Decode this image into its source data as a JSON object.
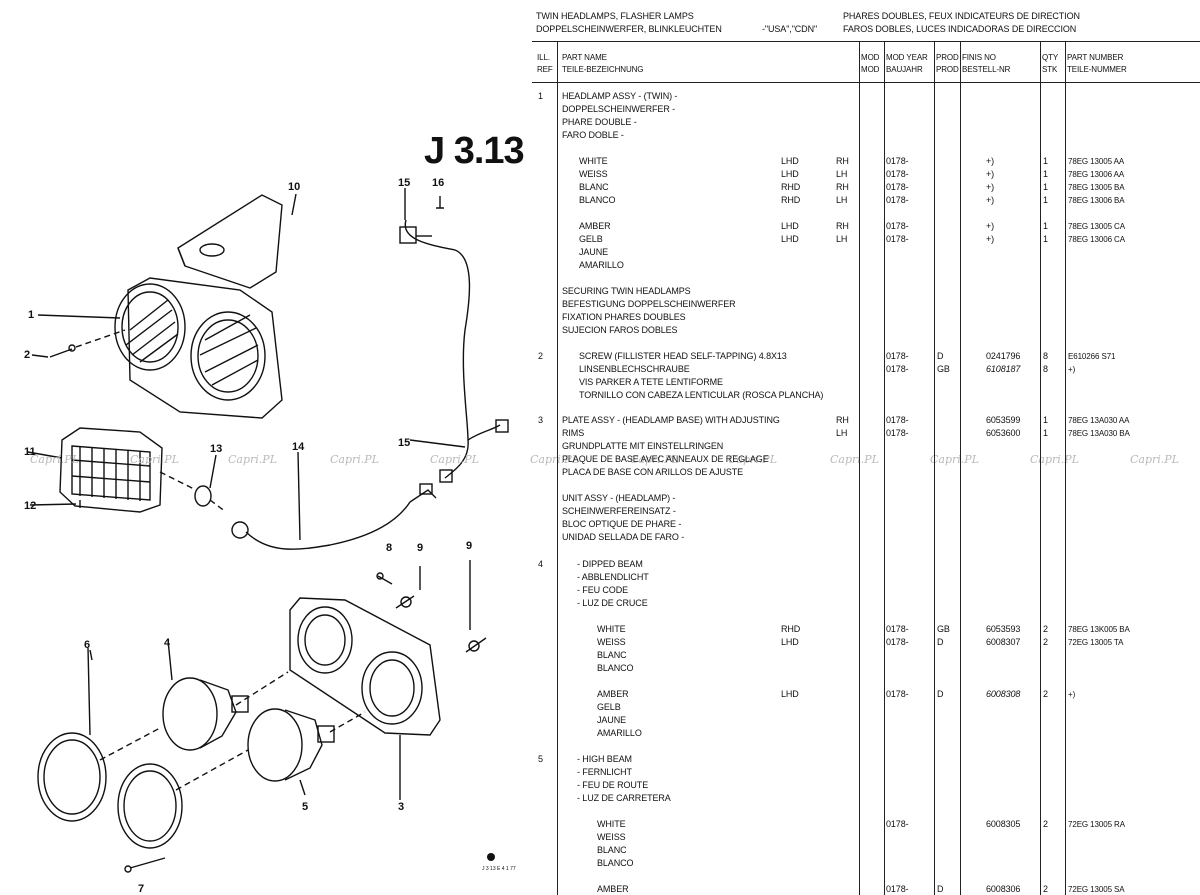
{
  "figure": {
    "code": "J 3.13",
    "callouts": [
      "1",
      "2",
      "3",
      "4",
      "5",
      "6",
      "7",
      "8",
      "9",
      "9",
      "10",
      "11",
      "12",
      "13",
      "14",
      "15",
      "15",
      "16"
    ],
    "stamp": "J 3 13 E 4 1 77"
  },
  "watermark": {
    "text": "Capri.PL"
  },
  "header": {
    "title_en": "TWIN HEADLAMPS, FLASHER LAMPS",
    "title_de": "DOPPELSCHEINWERFER, BLINKLEUCHTEN",
    "market": "-\"USA\",\"CDN\"",
    "title_fr": "PHARES DOUBLES, FEUX INDICATEURS DE DIRECTION",
    "title_es": "FAROS DOBLES, LUCES INDICADORAS DE DIRECCION"
  },
  "columns": {
    "ill_ref": [
      "ILL.",
      "REF"
    ],
    "part_name": [
      "PART NAME",
      "TEILE-BEZEICHNUNG"
    ],
    "mod": [
      "MOD",
      "MOD"
    ],
    "mod_year": [
      "MOD YEAR",
      "BAUJAHR"
    ],
    "prod": [
      "PROD",
      "PROD"
    ],
    "finis_no": [
      "FINIS NO",
      "BESTELL-NR"
    ],
    "qty": [
      "QTY",
      "STK"
    ],
    "part_number": [
      "PART NUMBER",
      "TEILE-NUMMER"
    ]
  },
  "rows": [
    {
      "ref": "1",
      "name": "HEADLAMP ASSY - (TWIN) -",
      "indent": 0
    },
    {
      "name": "DOPPELSCHEINWERFER -",
      "indent": 0
    },
    {
      "name": "PHARE DOUBLE -",
      "indent": 0
    },
    {
      "name": "FARO DOBLE -",
      "indent": 0
    },
    {
      "name": "WHITE",
      "indent": 2,
      "drive": "LHD",
      "side": "RH",
      "year": "0178-",
      "finis": "+)",
      "qty": "1",
      "part": "78EG 13005 AA"
    },
    {
      "name": "WEISS",
      "indent": 2,
      "drive": "LHD",
      "side": "LH",
      "year": "0178-",
      "finis": "+)",
      "qty": "1",
      "part": "78EG 13006 AA"
    },
    {
      "name": "BLANC",
      "indent": 2,
      "drive": "RHD",
      "side": "RH",
      "year": "0178-",
      "finis": "+)",
      "qty": "1",
      "part": "78EG 13005 BA"
    },
    {
      "name": "BLANCO",
      "indent": 2,
      "drive": "RHD",
      "side": "LH",
      "year": "0178-",
      "finis": "+)",
      "qty": "1",
      "part": "78EG 13006 BA"
    },
    {
      "name": "AMBER",
      "indent": 2,
      "drive": "LHD",
      "side": "RH",
      "year": "0178-",
      "finis": "+)",
      "qty": "1",
      "part": "78EG 13005 CA"
    },
    {
      "name": "GELB",
      "indent": 2,
      "drive": "LHD",
      "side": "LH",
      "year": "0178-",
      "finis": "+)",
      "qty": "1",
      "part": "78EG 13006 CA"
    },
    {
      "name": "JAUNE",
      "indent": 2
    },
    {
      "name": "AMARILLO",
      "indent": 2
    },
    {
      "name": "SECURING TWIN HEADLAMPS",
      "indent": 0
    },
    {
      "name": "BEFESTIGUNG DOPPELSCHEINWERFER",
      "indent": 0
    },
    {
      "name": "FIXATION PHARES DOUBLES",
      "indent": 0
    },
    {
      "name": "SUJECION FAROS DOBLES",
      "indent": 0
    },
    {
      "ref": "2",
      "name": "SCREW   (FILLISTER HEAD SELF-TAPPING) 4.8X13",
      "indent": 2,
      "year": "0178-",
      "prod": "D",
      "finis": "0241796",
      "qty": "8",
      "part": "E610266 S71"
    },
    {
      "name": "LINSENBLECHSCHRAUBE",
      "indent": 2,
      "year": "0178-",
      "prod": "GB",
      "finis": "6108187",
      "finis_italic": true,
      "qty": "8",
      "part": "+)"
    },
    {
      "name": "VIS PARKER A TETE LENTIFORME",
      "indent": 2
    },
    {
      "name": "TORNILLO CON CABEZA LENTICULAR (ROSCA PLANCHA)",
      "indent": 2
    },
    {
      "ref": "3",
      "name": "PLATE ASSY - (HEADLAMP BASE) WITH ADJUSTING",
      "indent": 0,
      "side": "RH",
      "year": "0178-",
      "finis": "6053599",
      "qty": "1",
      "part": "78EG 13A030 AA"
    },
    {
      "name": "RIMS",
      "indent": 0,
      "side": "LH",
      "year": "0178-",
      "finis": "6053600",
      "qty": "1",
      "part": "78EG 13A030 BA"
    },
    {
      "name": "GRUNDPLATTE MIT EINSTELLRINGEN",
      "indent": 0
    },
    {
      "name": "PLAQUE DE BASE AVEC ANNEAUX DE REGLAGE",
      "indent": 0
    },
    {
      "name": "PLACA DE BASE CON ARILLOS DE AJUSTE",
      "indent": 0
    },
    {
      "name": "UNIT ASSY - (HEADLAMP) -",
      "indent": 0
    },
    {
      "name": "SCHEINWERFEREINSATZ -",
      "indent": 0
    },
    {
      "name": "BLOC OPTIQUE DE PHARE -",
      "indent": 0
    },
    {
      "name": "UNIDAD SELLADA DE FARO -",
      "indent": 0
    },
    {
      "ref": "4",
      "name": "- DIPPED BEAM",
      "indent": 1
    },
    {
      "name": "- ABBLENDLICHT",
      "indent": 1
    },
    {
      "name": "- FEU CODE",
      "indent": 1
    },
    {
      "name": "- LUZ DE CRUCE",
      "indent": 1
    },
    {
      "name": "WHITE",
      "indent": 3,
      "drive": "RHD",
      "year": "0178-",
      "prod": "GB",
      "finis": "6053593",
      "qty": "2",
      "part": "78EG 13K005 BA"
    },
    {
      "name": "WEISS",
      "indent": 3,
      "drive": "LHD",
      "year": "0178-",
      "prod": "D",
      "finis": "6008307",
      "qty": "2",
      "part": "72EG 13005 TA"
    },
    {
      "name": "BLANC",
      "indent": 3
    },
    {
      "name": "BLANCO",
      "indent": 3
    },
    {
      "name": "AMBER",
      "indent": 3,
      "drive": "LHD",
      "year": "0178-",
      "prod": "D",
      "finis": "6008308",
      "finis_italic": true,
      "qty": "2",
      "part": "+)"
    },
    {
      "name": "GELB",
      "indent": 3
    },
    {
      "name": "JAUNE",
      "indent": 3
    },
    {
      "name": "AMARILLO",
      "indent": 3
    },
    {
      "ref": "5",
      "name": "- HIGH BEAM",
      "indent": 1
    },
    {
      "name": "- FERNLICHT",
      "indent": 1
    },
    {
      "name": "- FEU DE ROUTE",
      "indent": 1
    },
    {
      "name": "- LUZ DE CARRETERA",
      "indent": 1
    },
    {
      "name": "WHITE",
      "indent": 3,
      "year": "0178-",
      "finis": "6008305",
      "qty": "2",
      "part": "72EG 13005 RA"
    },
    {
      "name": "WEISS",
      "indent": 3
    },
    {
      "name": "BLANC",
      "indent": 3
    },
    {
      "name": "BLANCO",
      "indent": 3
    },
    {
      "name": "AMBER",
      "indent": 3,
      "year": "0178-",
      "prod": "D",
      "finis": "6008306",
      "qty": "2",
      "part": "72EG 13005 SA"
    }
  ]
}
